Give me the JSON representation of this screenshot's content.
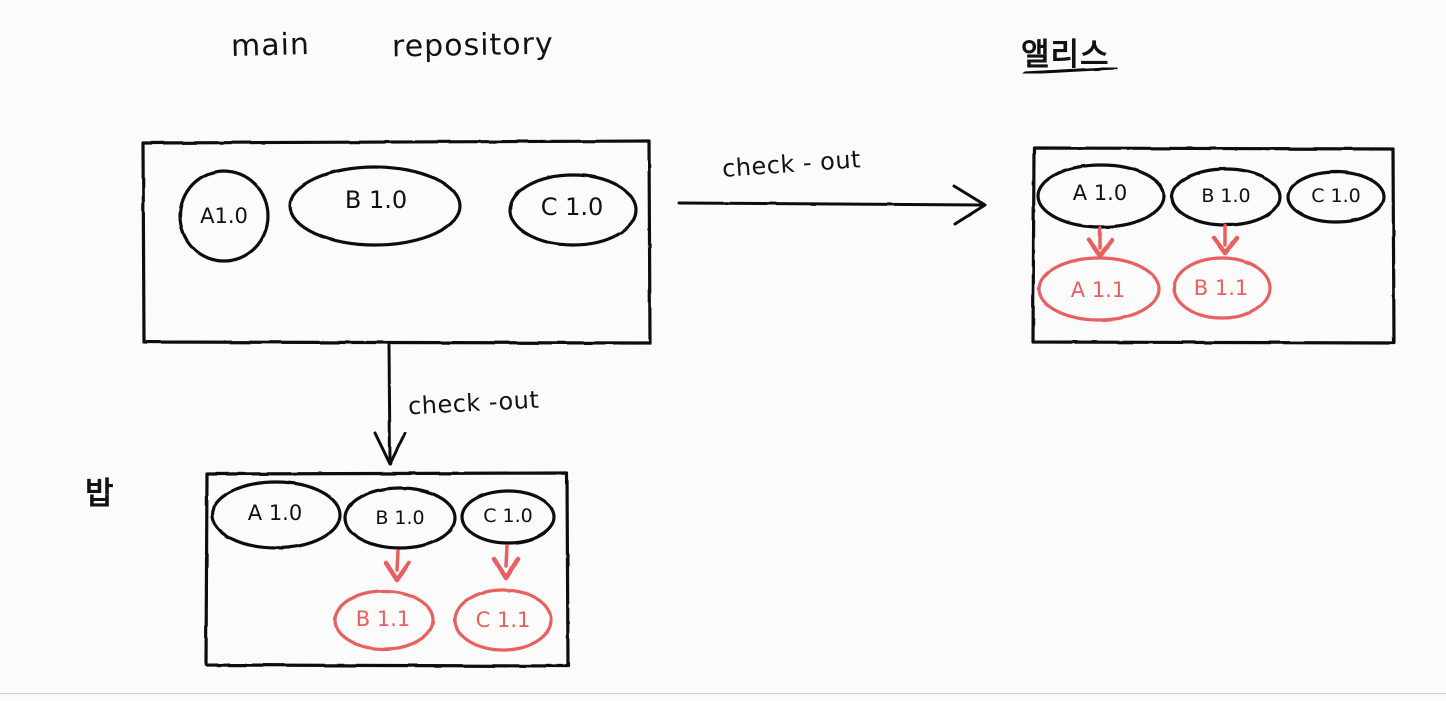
{
  "diagram": {
    "title_main": "main",
    "title_repository": "repository",
    "person_alice": "앨리스",
    "person_bob": "밥",
    "colors": {
      "ink": "#101010",
      "accent_red": "#e8605e",
      "background": "#fbfbfb",
      "rule": "#c9ccd1"
    },
    "arrows": [
      {
        "name": "checkout-to-alice",
        "label": "check - out",
        "direction": "right"
      },
      {
        "name": "checkout-to-bob",
        "label": "check -out",
        "direction": "down"
      }
    ],
    "boxes": [
      {
        "name": "main-repository",
        "nodes": [
          {
            "id": "main-a10",
            "label": "A1.0",
            "color": "black"
          },
          {
            "id": "main-b10",
            "label": "B 1.0",
            "color": "black"
          },
          {
            "id": "main-c10",
            "label": "C 1.0",
            "color": "black"
          }
        ]
      },
      {
        "name": "alice-workspace",
        "owner": "앨리스",
        "nodes": [
          {
            "id": "alice-a10",
            "label": "A 1.0",
            "color": "black"
          },
          {
            "id": "alice-b10",
            "label": "B 1.0",
            "color": "black"
          },
          {
            "id": "alice-c10",
            "label": "C 1.0",
            "color": "black"
          },
          {
            "id": "alice-a11",
            "label": "A 1.1",
            "color": "red"
          },
          {
            "id": "alice-b11",
            "label": "B 1.1",
            "color": "red"
          }
        ],
        "edits": [
          {
            "from": "alice-a10",
            "to": "alice-a11"
          },
          {
            "from": "alice-b10",
            "to": "alice-b11"
          }
        ]
      },
      {
        "name": "bob-workspace",
        "owner": "밥",
        "nodes": [
          {
            "id": "bob-a10",
            "label": "A 1.0",
            "color": "black"
          },
          {
            "id": "bob-b10",
            "label": "B 1.0",
            "color": "black"
          },
          {
            "id": "bob-c10",
            "label": "C 1.0",
            "color": "black"
          },
          {
            "id": "bob-b11",
            "label": "B 1.1",
            "color": "red"
          },
          {
            "id": "bob-c11",
            "label": "C 1.1",
            "color": "red"
          }
        ],
        "edits": [
          {
            "from": "bob-b10",
            "to": "bob-b11"
          },
          {
            "from": "bob-c10",
            "to": "bob-c11"
          }
        ]
      }
    ]
  }
}
